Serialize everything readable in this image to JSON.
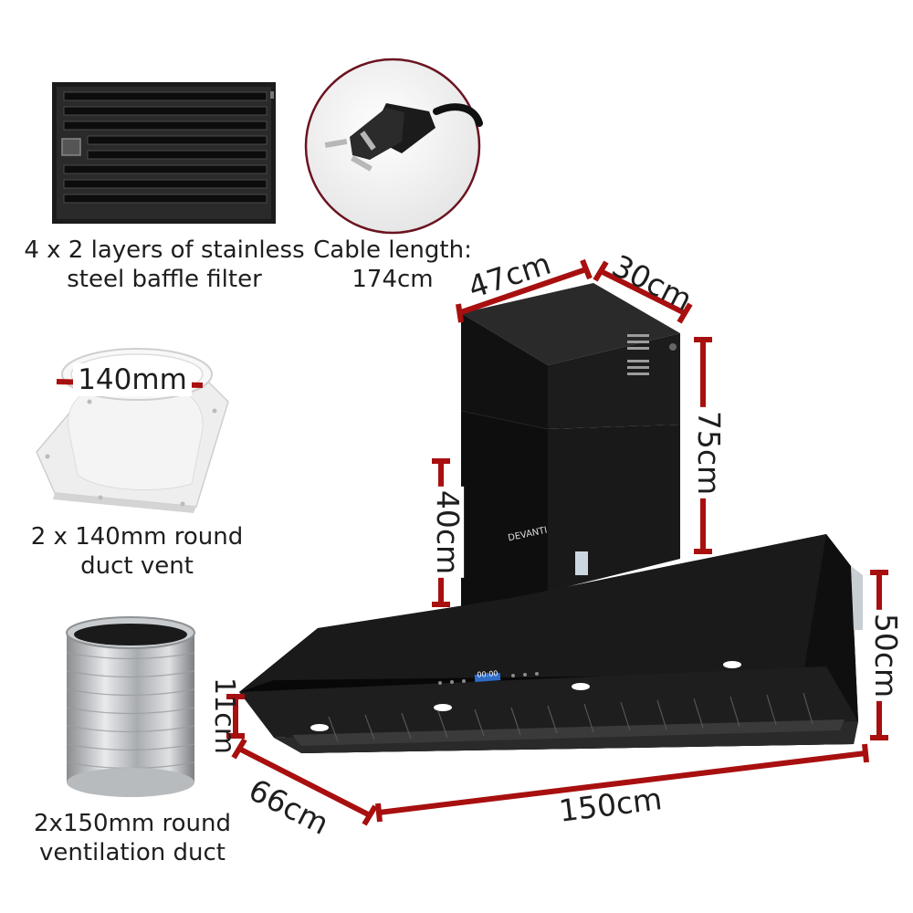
{
  "accessories": {
    "baffle_filter": {
      "line1": "4 x 2 layers of stainless",
      "line2": "steel baffle filter"
    },
    "cable": {
      "line1": "Cable length:",
      "line2": "174cm"
    },
    "duct_vent": {
      "dim": "140mm",
      "line1": "2 x 140mm round",
      "line2": "duct vent"
    },
    "ventilation_duct": {
      "line1": "2x150mm round",
      "line2": "ventilation duct"
    }
  },
  "hood": {
    "brand": "DEVANTI",
    "display": "00:00",
    "dimensions": {
      "chimney_width": "47cm",
      "chimney_depth": "30cm",
      "chimney_height": "75cm",
      "lower_chimney": "40cm",
      "canopy_height": "50cm",
      "front_lip": "11cm",
      "depth": "66cm",
      "width": "150cm"
    }
  },
  "colors": {
    "dimension_line": "#a80f0f",
    "hood": "#151515",
    "text": "#1e1e1e"
  }
}
